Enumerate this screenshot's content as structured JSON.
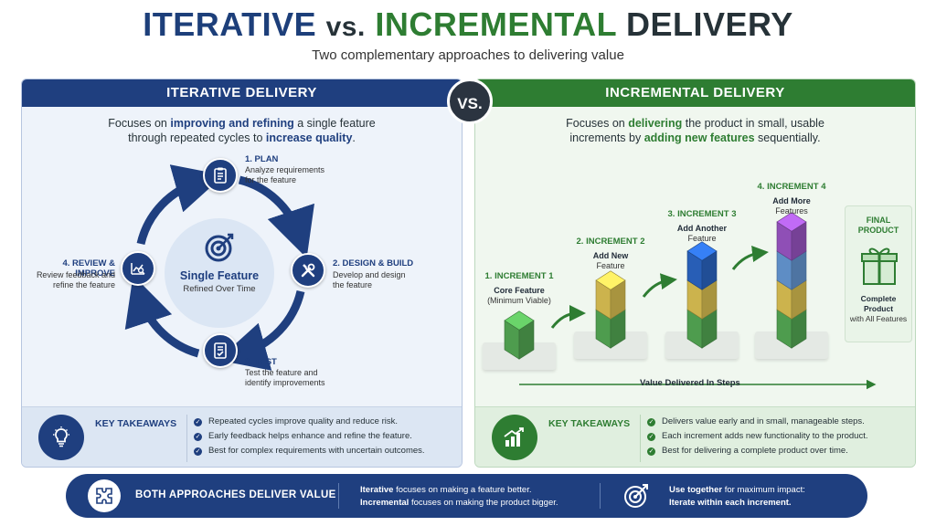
{
  "header": {
    "title_part1": "ITERATIVE",
    "title_part2": "vs.",
    "title_part3": "INCREMENTAL",
    "title_part4": "DELIVERY",
    "subtitle": "Two complementary approaches to delivering value"
  },
  "vs_badge": "VS.",
  "iterative": {
    "header": "ITERATIVE DELIVERY",
    "desc_1": "Focuses on ",
    "desc_b1": "improving and refining",
    "desc_2": " a single feature",
    "desc_3": "through repeated cycles to ",
    "desc_b2": "increase quality",
    "desc_4": ".",
    "center_title": "Single Feature",
    "center_subtitle": "Refined Over Time",
    "steps": [
      {
        "title": "1. PLAN",
        "desc1": "Analyze requirements",
        "desc2": "for the feature",
        "icon": "clipboard-icon"
      },
      {
        "title": "2. DESIGN & BUILD",
        "desc1": "Develop and design",
        "desc2": "the feature",
        "icon": "tools-icon"
      },
      {
        "title": "3. TEST",
        "desc1": "Test the feature and",
        "desc2": "identify improvements",
        "icon": "test-document-icon"
      },
      {
        "title": "4. REVIEW & IMPROVE",
        "desc1": "Review feedback and",
        "desc2": "refine the feature",
        "icon": "chart-review-icon"
      }
    ],
    "takeaways_title": "KEY TAKEAWAYS",
    "takeaways": [
      "Repeated cycles improve quality and reduce risk.",
      "Early feedback helps enhance and refine the feature.",
      "Best for complex requirements with uncertain outcomes."
    ]
  },
  "incremental": {
    "header": "INCREMENTAL DELIVERY",
    "desc_1": "Focuses on ",
    "desc_b1": "delivering",
    "desc_2": " the product in small, usable",
    "desc_3": "increments by ",
    "desc_b2": "adding new features",
    "desc_4": " sequentially.",
    "increments": [
      {
        "title": "1. INCREMENT 1",
        "line1": "Core Feature",
        "line2": "(Minimum Viable)"
      },
      {
        "title": "2. INCREMENT 2",
        "line1": "Add New",
        "line2": "Feature"
      },
      {
        "title": "3. INCREMENT 3",
        "line1": "Add Another",
        "line2": "Feature"
      },
      {
        "title": "4. INCREMENT 4",
        "line1": "Add More",
        "line2": "Features"
      }
    ],
    "final_title_1": "FINAL",
    "final_title_2": "PRODUCT",
    "final_desc_1": "Complete Product",
    "final_desc_2": "with All Features",
    "value_label": "Value Delivered In Steps",
    "takeaways_title": "KEY TAKEAWAYS",
    "takeaways": [
      "Delivers value early and in small, manageable steps.",
      "Each increment adds new functionality to the product.",
      "Best for delivering a complete product over time."
    ]
  },
  "bottom": {
    "title": "BOTH APPROACHES DELIVER VALUE",
    "line1_b": "Iterative",
    "line1": " focuses on making a feature better.",
    "line2_b": "Incremental",
    "line2": " focuses on making the product bigger.",
    "line3_b": "Use together",
    "line3": " for maximum impact:",
    "line4_b": "Iterate within each increment.",
    "line4": ""
  },
  "colors": {
    "iterative": "#1f3f7f",
    "incremental": "#2e7d32",
    "cube_green": "#5cb85c",
    "cube_yellow": "#f0d35a",
    "cube_blue": "#2f6fd6",
    "cube_lightblue": "#6fa6e8",
    "cube_purple": "#a85dd6"
  }
}
